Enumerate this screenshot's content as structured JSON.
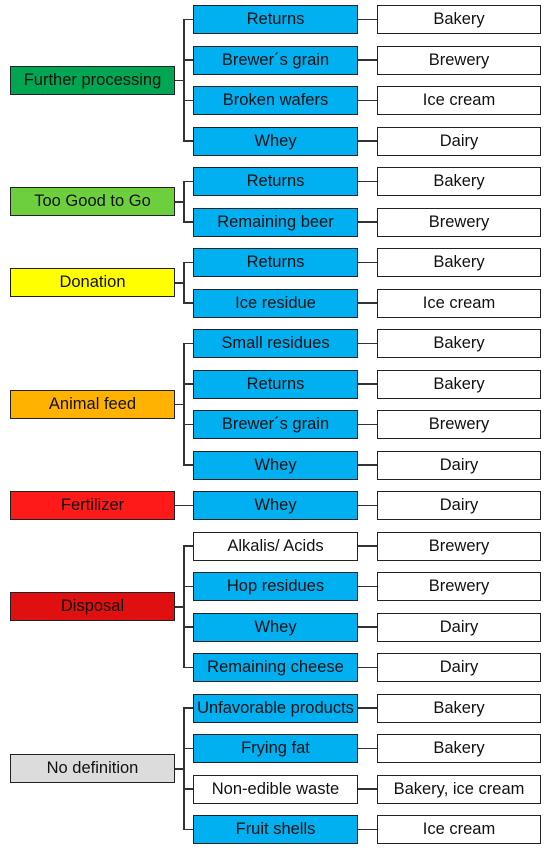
{
  "colors": {
    "item_highlight": "#00b0f0",
    "item_plain": "#ffffff",
    "source_box": "#ffffff"
  },
  "groups": [
    {
      "category": "Further processing",
      "color": "#00a651",
      "text_color": "#111111",
      "items": [
        {
          "label": "Returns",
          "source": "Bakery",
          "highlight": true
        },
        {
          "label": "Brewer´s grain",
          "source": "Brewery",
          "highlight": true
        },
        {
          "label": "Broken wafers",
          "source": "Ice cream",
          "highlight": true
        },
        {
          "label": "Whey",
          "source": "Dairy",
          "highlight": true
        }
      ]
    },
    {
      "category": "Too Good to Go",
      "color": "#6dcf3e",
      "text_color": "#111111",
      "items": [
        {
          "label": "Returns",
          "source": "Bakery",
          "highlight": true
        },
        {
          "label": "Remaining beer",
          "source": "Brewery",
          "highlight": true
        }
      ]
    },
    {
      "category": "Donation",
      "color": "#ffff00",
      "text_color": "#111111",
      "items": [
        {
          "label": "Returns",
          "source": "Bakery",
          "highlight": true
        },
        {
          "label": "Ice residue",
          "source": "Ice cream",
          "highlight": true
        }
      ]
    },
    {
      "category": "Animal feed",
      "color": "#ffb300",
      "text_color": "#111111",
      "items": [
        {
          "label": "Small residues",
          "source": "Bakery",
          "highlight": true
        },
        {
          "label": "Returns",
          "source": "Bakery",
          "highlight": true
        },
        {
          "label": "Brewer´s grain",
          "source": "Brewery",
          "highlight": true
        },
        {
          "label": "Whey",
          "source": "Dairy",
          "highlight": true
        }
      ]
    },
    {
      "category": "Fertilizer",
      "color": "#ff1a1a",
      "text_color": "#111111",
      "items": [
        {
          "label": "Whey",
          "source": "Dairy",
          "highlight": true
        }
      ]
    },
    {
      "category": "Disposal",
      "color": "#e01010",
      "text_color": "#111111",
      "items": [
        {
          "label": "Alkalis/ Acids",
          "source": "Brewery",
          "highlight": false
        },
        {
          "label": "Hop residues",
          "source": "Brewery",
          "highlight": true
        },
        {
          "label": "Whey",
          "source": "Dairy",
          "highlight": true
        },
        {
          "label": "Remaining cheese",
          "source": "Dairy",
          "highlight": true
        }
      ]
    },
    {
      "category": "No definition",
      "color": "#dcdcdc",
      "text_color": "#111111",
      "items": [
        {
          "label": "Unfavorable products",
          "source": "Bakery",
          "highlight": true
        },
        {
          "label": "Frying fat",
          "source": "Bakery",
          "highlight": true
        },
        {
          "label": "Non-edible waste",
          "source": "Bakery, ice cream",
          "highlight": false
        },
        {
          "label": "Fruit shells",
          "source": "Ice cream",
          "highlight": true
        }
      ]
    }
  ]
}
